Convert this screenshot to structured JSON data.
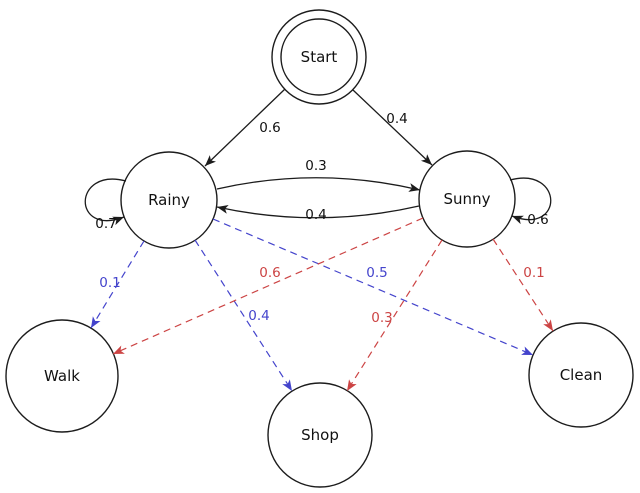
{
  "diagram": {
    "nodes": {
      "start": {
        "label": "Start"
      },
      "rainy": {
        "label": "Rainy"
      },
      "sunny": {
        "label": "Sunny"
      },
      "walk": {
        "label": "Walk"
      },
      "shop": {
        "label": "Shop"
      },
      "clean": {
        "label": "Clean"
      }
    },
    "transitions": {
      "start_rainy": "0.6",
      "start_sunny": "0.4",
      "rainy_sunny": "0.3",
      "sunny_rainy": "0.4",
      "rainy_rainy": "0.7",
      "sunny_sunny": "0.6"
    },
    "emissions": {
      "rainy_walk": "0.1",
      "rainy_shop": "0.4",
      "rainy_clean": "0.5",
      "sunny_walk": "0.6",
      "sunny_shop": "0.3",
      "sunny_clean": "0.1"
    },
    "colors": {
      "transition": "#1c1c1c",
      "rainy_emission": "#4444cc",
      "sunny_emission": "#cc4444"
    }
  }
}
